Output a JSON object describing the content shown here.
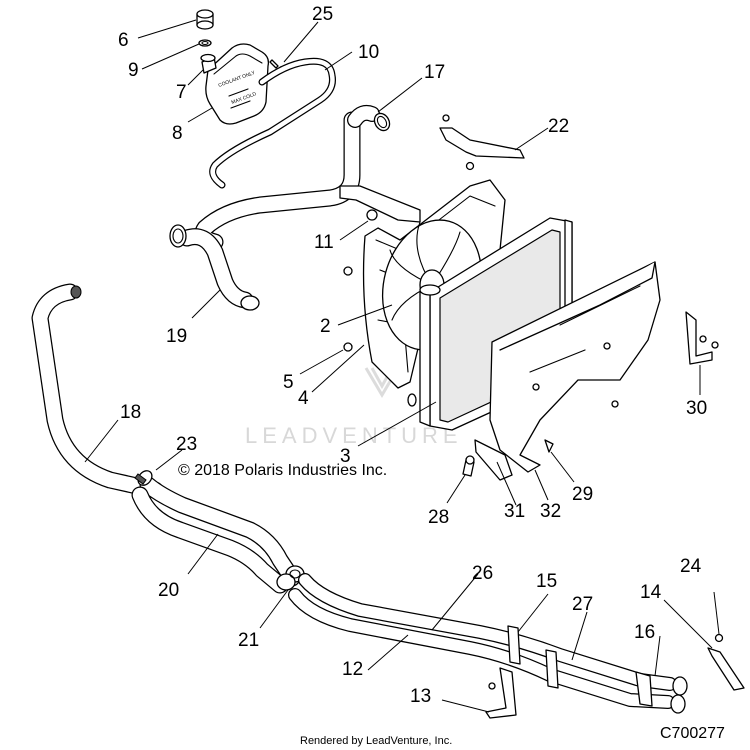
{
  "diagram": {
    "copyright": "© 2018 Polaris Industries Inc.",
    "watermark": "LEADVENTURE",
    "footer": "Rendered by LeadVenture, Inc.",
    "figure_code": "C700277",
    "callouts": [
      {
        "id": "c1",
        "label": "25"
      },
      {
        "id": "c2",
        "label": "6"
      },
      {
        "id": "c3",
        "label": "9"
      },
      {
        "id": "c4",
        "label": "10"
      },
      {
        "id": "c5",
        "label": "7"
      },
      {
        "id": "c6",
        "label": "17"
      },
      {
        "id": "c7",
        "label": "8"
      },
      {
        "id": "c8",
        "label": "22"
      },
      {
        "id": "c9",
        "label": "11"
      },
      {
        "id": "c10",
        "label": "19"
      },
      {
        "id": "c11",
        "label": "2"
      },
      {
        "id": "c12",
        "label": "5"
      },
      {
        "id": "c13",
        "label": "4"
      },
      {
        "id": "c14",
        "label": "30"
      },
      {
        "id": "c15",
        "label": "18"
      },
      {
        "id": "c16",
        "label": "3"
      },
      {
        "id": "c17",
        "label": "23"
      },
      {
        "id": "c18",
        "label": "29"
      },
      {
        "id": "c19",
        "label": "28"
      },
      {
        "id": "c20",
        "label": "31"
      },
      {
        "id": "c21",
        "label": "32"
      },
      {
        "id": "c22",
        "label": "20"
      },
      {
        "id": "c23",
        "label": "26"
      },
      {
        "id": "c24",
        "label": "15"
      },
      {
        "id": "c25",
        "label": "24"
      },
      {
        "id": "c26",
        "label": "14"
      },
      {
        "id": "c27",
        "label": "27"
      },
      {
        "id": "c28",
        "label": "21"
      },
      {
        "id": "c29",
        "label": "16"
      },
      {
        "id": "c30",
        "label": "12"
      },
      {
        "id": "c31",
        "label": "13"
      }
    ]
  }
}
